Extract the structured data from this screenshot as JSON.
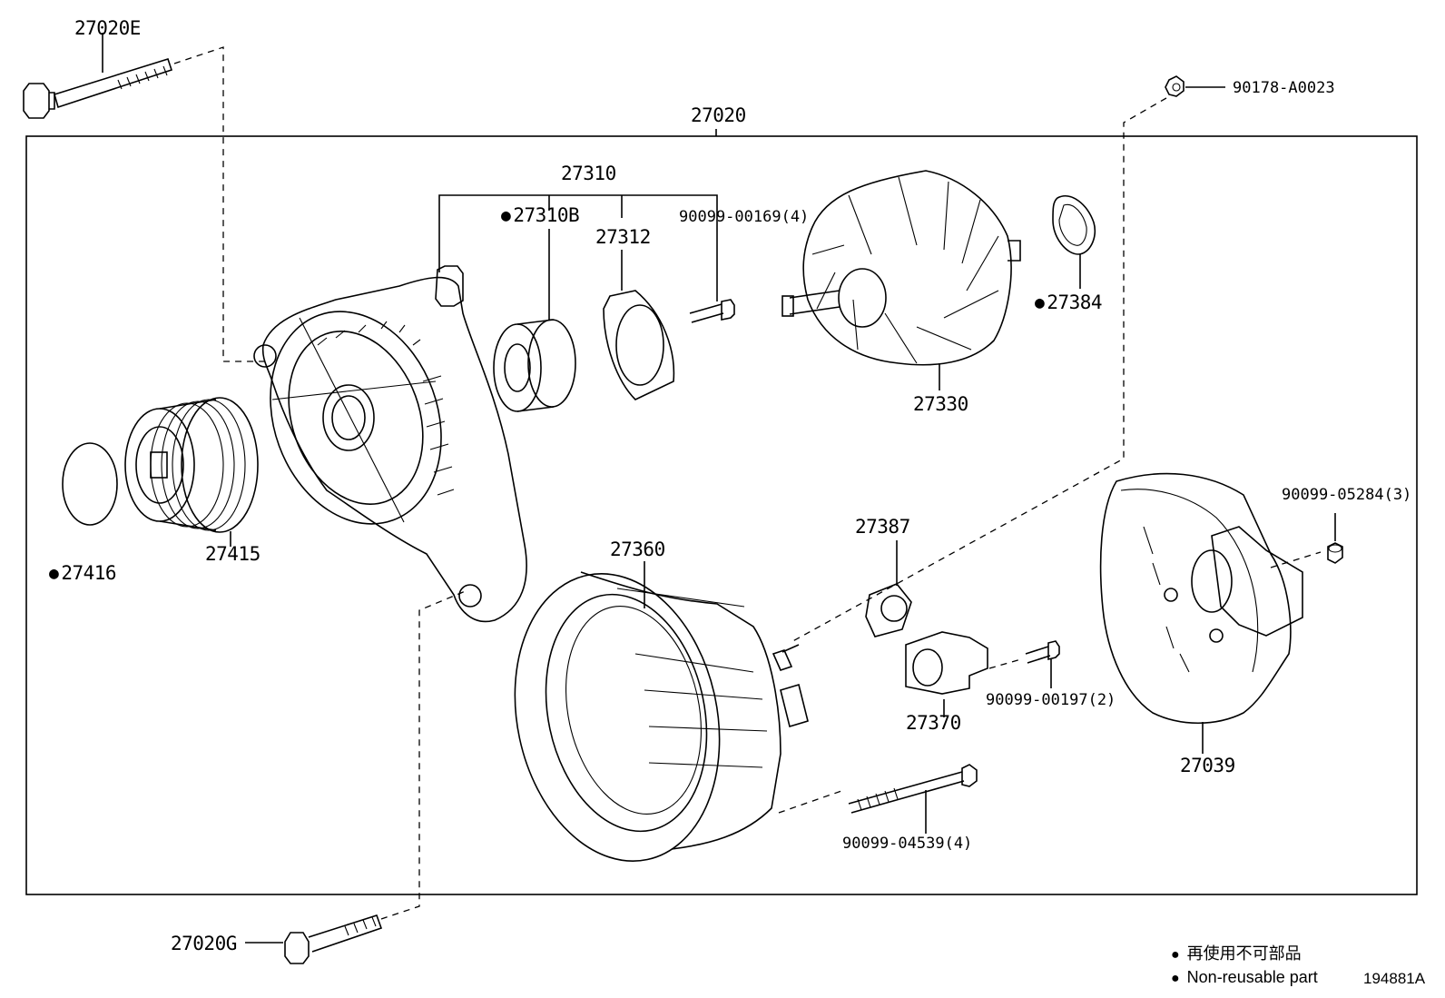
{
  "parts": {
    "p27020E": "27020E",
    "p27020": "27020",
    "p90178": "90178-A0023",
    "p27310": "27310",
    "p27310B": "27310B",
    "p27312": "27312",
    "p90099_00169": "90099-00169(4)",
    "p27384": "27384",
    "p27330": "27330",
    "p27416": "27416",
    "p27415": "27415",
    "p90099_05284": "90099-05284(3)",
    "p27387": "27387",
    "p27360": "27360",
    "p27370": "27370",
    "p90099_00197": "90099-00197(2)",
    "p27039": "27039",
    "p90099_04539": "90099-04539(4)",
    "p27020G": "27020G"
  },
  "legend": {
    "line1": "再使用不可部品",
    "line2": "Non-reusable part"
  },
  "ref_number": "194881A"
}
